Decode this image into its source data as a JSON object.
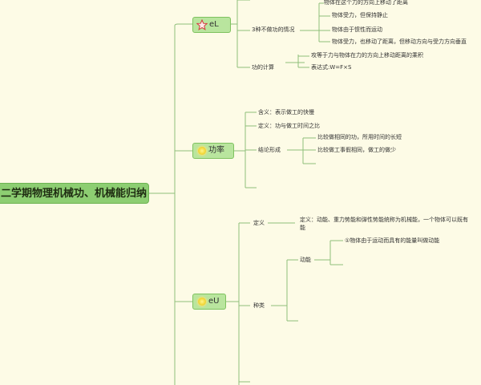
{
  "root": {
    "label": "二学期物理机械功、机械能归纳"
  },
  "branches": {
    "work": {
      "label": "eL",
      "icon": "star-icon",
      "top_cut": "物体在这个力的方向上移动了距离",
      "no_work": {
        "label": "3种不做功的情况",
        "items": [
          "物体受力，但保持静止",
          "物体由于惯性而运动",
          "物体受力，也移动了距离，但移动方向与受力方向垂直"
        ]
      },
      "calc": {
        "label": "功的计算",
        "items": [
          "攻等于力与物体在力的方向上移动距离的乘积",
          "表达式:W=F×S"
        ]
      }
    },
    "power": {
      "label": "功率",
      "icon": "sun-icon",
      "meaning": "含义：表示做工的快慢",
      "definition": "定义：功与做工时间之比",
      "conclusion": {
        "label": "结论形成",
        "items": [
          "比较做相同的功，所用时间的长短",
          "比较做工事假相同，做工的做少"
        ]
      }
    },
    "energy": {
      "label": "eU",
      "icon": "sun-icon",
      "definition": {
        "label": "定义",
        "text_line1": "定义：动能、重力势能和弹性势能统称为机械能，一个物体可以既有",
        "text_line2": "能"
      },
      "types": {
        "label": "种类",
        "kinetic": {
          "label": "动能",
          "items": [
            "①物体由于运动而具有的能量叫做动能"
          ]
        }
      }
    }
  },
  "colors": {
    "background": "#fdfbe6",
    "root_fill": "#8dce72",
    "topic_fill": "#b9e59e",
    "line": "#8fbf7a"
  }
}
